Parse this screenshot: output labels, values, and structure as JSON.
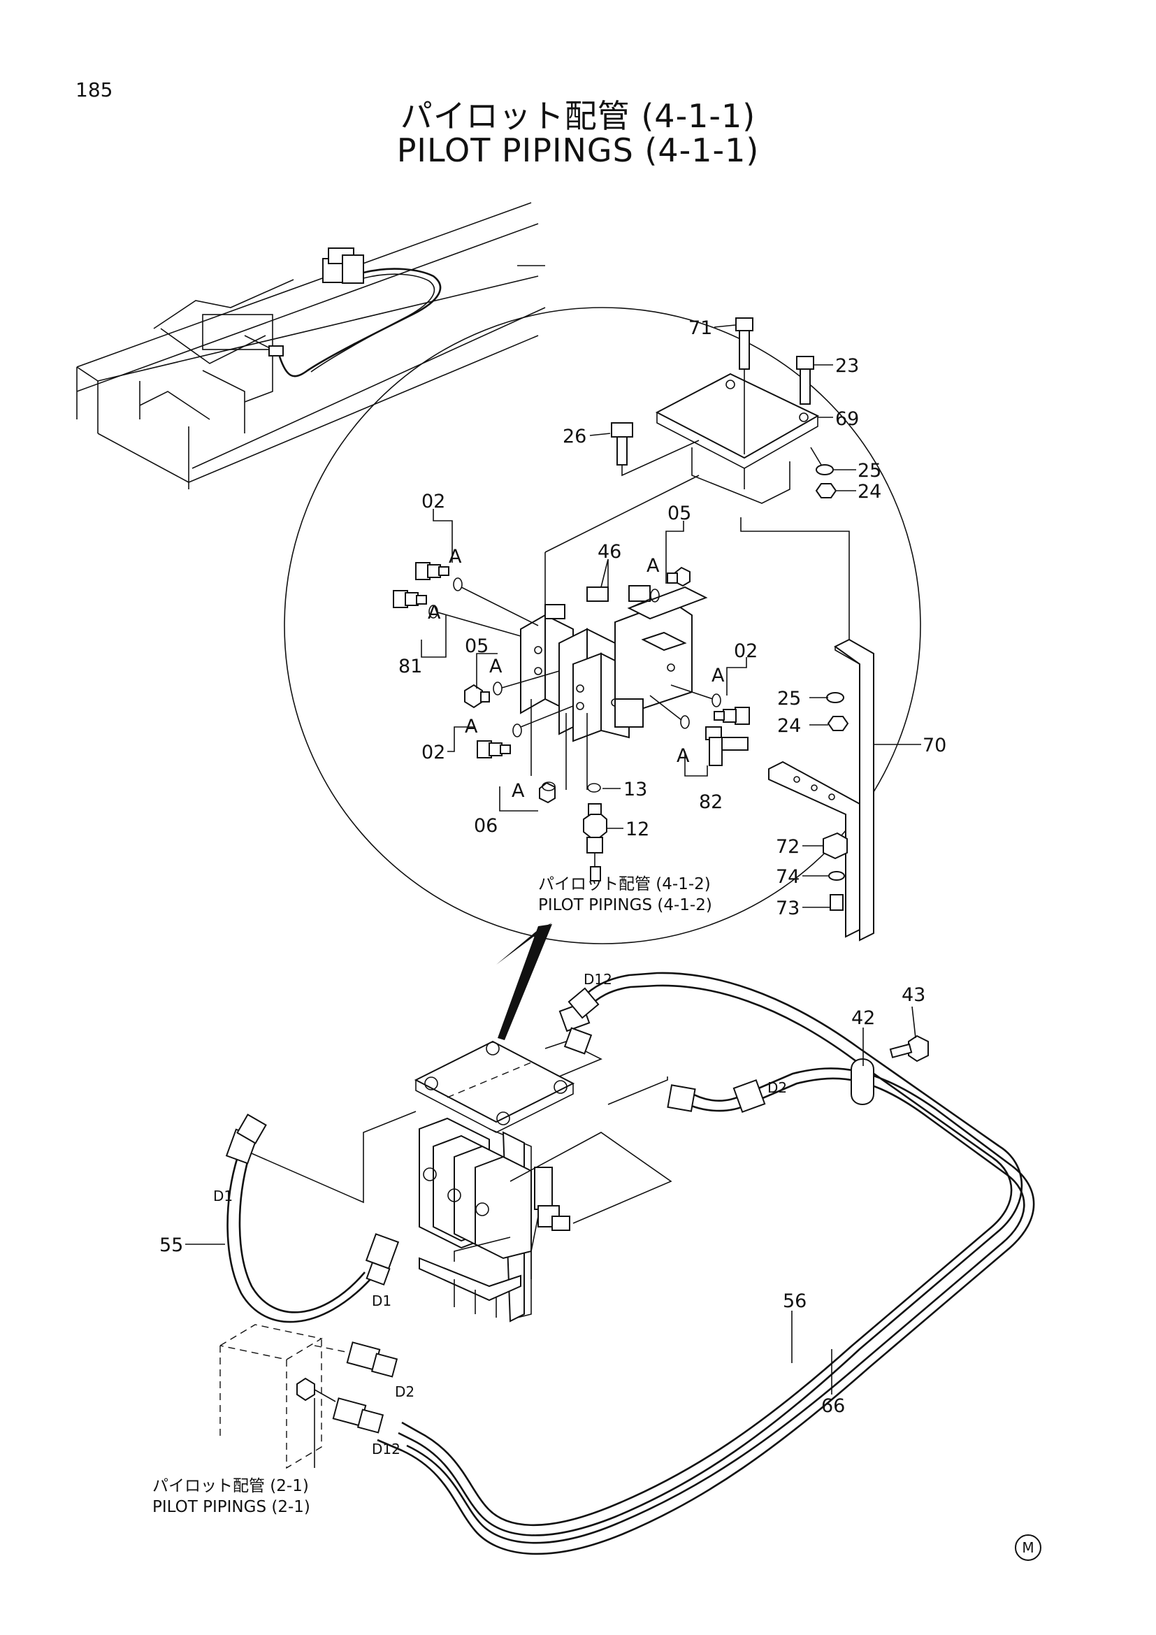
{
  "page_number": "185",
  "title_ja": "パイロット配管 (4-1-1)",
  "title_en": "PILOT PIPINGS (4-1-1)",
  "references": {
    "ref_4_1_2_ja": "パイロット配管 (4-1-2)",
    "ref_4_1_2_en": "PILOT PIPINGS (4-1-2)",
    "ref_2_1_ja": "パイロット配管 (2-1)",
    "ref_2_1_en": "PILOT PIPINGS (2-1)"
  },
  "callouts": {
    "p71": "71",
    "p23": "23",
    "p69": "69",
    "p26": "26",
    "p25a": "25",
    "p24a": "24",
    "p02a": "02",
    "p05a": "05",
    "p46": "46",
    "p81": "81",
    "p05b": "05",
    "p02b": "02",
    "p25b": "25",
    "p24b": "24",
    "p70": "70",
    "p02c": "02",
    "p82": "82",
    "p13": "13",
    "p06": "06",
    "p12": "12",
    "p72": "72",
    "p74": "74",
    "p73": "73",
    "p43": "43",
    "p42": "42",
    "p55": "55",
    "p56": "56",
    "p66": "66"
  },
  "port_marks": {
    "a1": "A",
    "a2": "A",
    "a3": "A",
    "a4": "A",
    "a5": "A",
    "a6": "A",
    "a7": "A",
    "a8": "A"
  },
  "hose_marks": {
    "d12_top": "D12",
    "d2_top": "D2",
    "d1_upper": "D1",
    "d1_lower": "D1",
    "d2_bottom": "D2",
    "d12_bottom": "D12"
  },
  "corner_mark": "M"
}
